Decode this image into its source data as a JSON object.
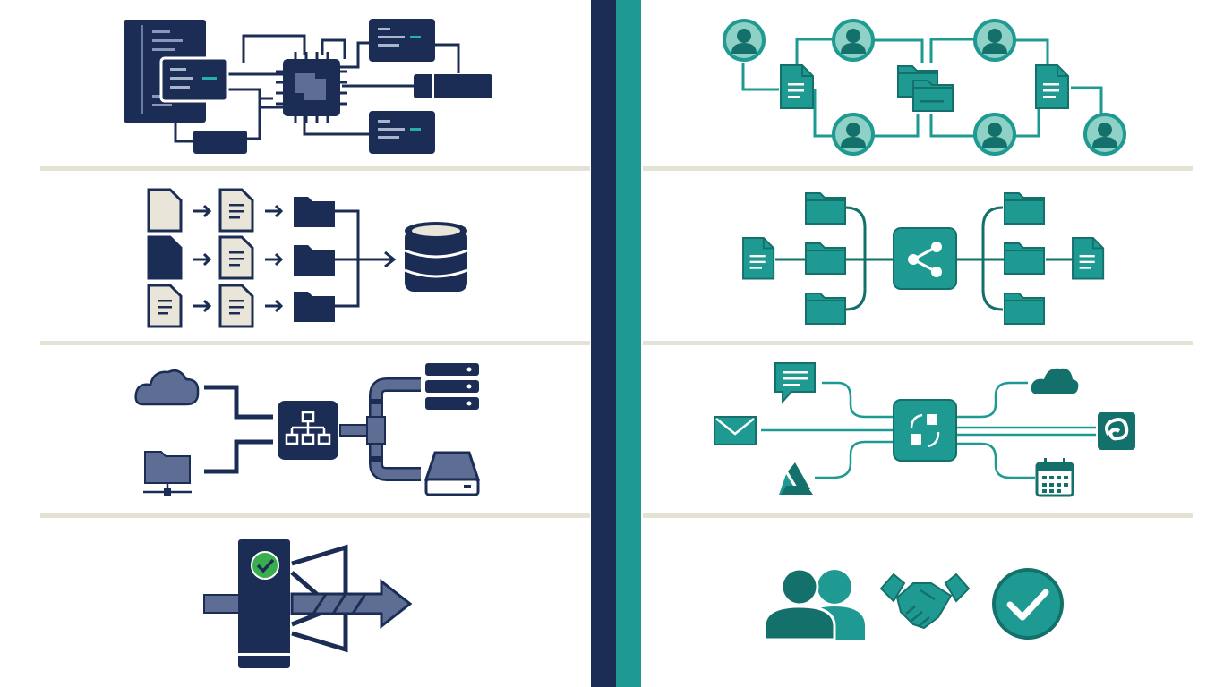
{
  "colors": {
    "navy": "#1b2d55",
    "slate": "#5d6d93",
    "teal": "#1f9a92",
    "teal_dark": "#14706a",
    "teal_light": "#8fd1c6",
    "paper": "#e9e5d8",
    "divider": "#e4e2d4",
    "check_green": "#3aae4c"
  },
  "columns": [
    {
      "id": "left",
      "color": "navy",
      "panels": [
        {
          "id": "code-to-processor",
          "icons": [
            "code-window-icon",
            "code-snippet-icon",
            "processor-chip-icon",
            "code-snippet-icon",
            "code-snippet-icon",
            "terminal-bar-icon",
            "terminal-bar-icon"
          ]
        },
        {
          "id": "documents-to-database",
          "icons": [
            "document-icon",
            "arrow-right-icon",
            "folder-icon",
            "database-icon"
          ]
        },
        {
          "id": "cloud-and-nas-to-storage",
          "icons": [
            "cloud-icon",
            "network-folder-icon",
            "hierarchy-icon",
            "pipe-icon",
            "server-stack-icon",
            "hard-drive-icon"
          ]
        },
        {
          "id": "gate-with-arrow",
          "icons": [
            "gate-pillar-icon",
            "check-circle-icon",
            "arrow-right-icon",
            "triangle-barrier-icon"
          ]
        }
      ]
    },
    {
      "id": "right",
      "color": "teal",
      "panels": [
        {
          "id": "people-sharing-documents",
          "icons": [
            "user-avatar-icon",
            "document-icon",
            "folder-icon"
          ]
        },
        {
          "id": "folder-sharing-hub",
          "icons": [
            "folder-icon",
            "document-icon",
            "share-icon"
          ]
        },
        {
          "id": "app-integration-hub",
          "icons": [
            "chat-bubble-icon",
            "mail-icon",
            "drive-icon",
            "sync-icon",
            "cloud-icon",
            "app-logo-icon",
            "calendar-icon"
          ]
        },
        {
          "id": "collaboration-outcome",
          "icons": [
            "users-icon",
            "handshake-icon",
            "check-circle-icon"
          ]
        }
      ]
    }
  ]
}
